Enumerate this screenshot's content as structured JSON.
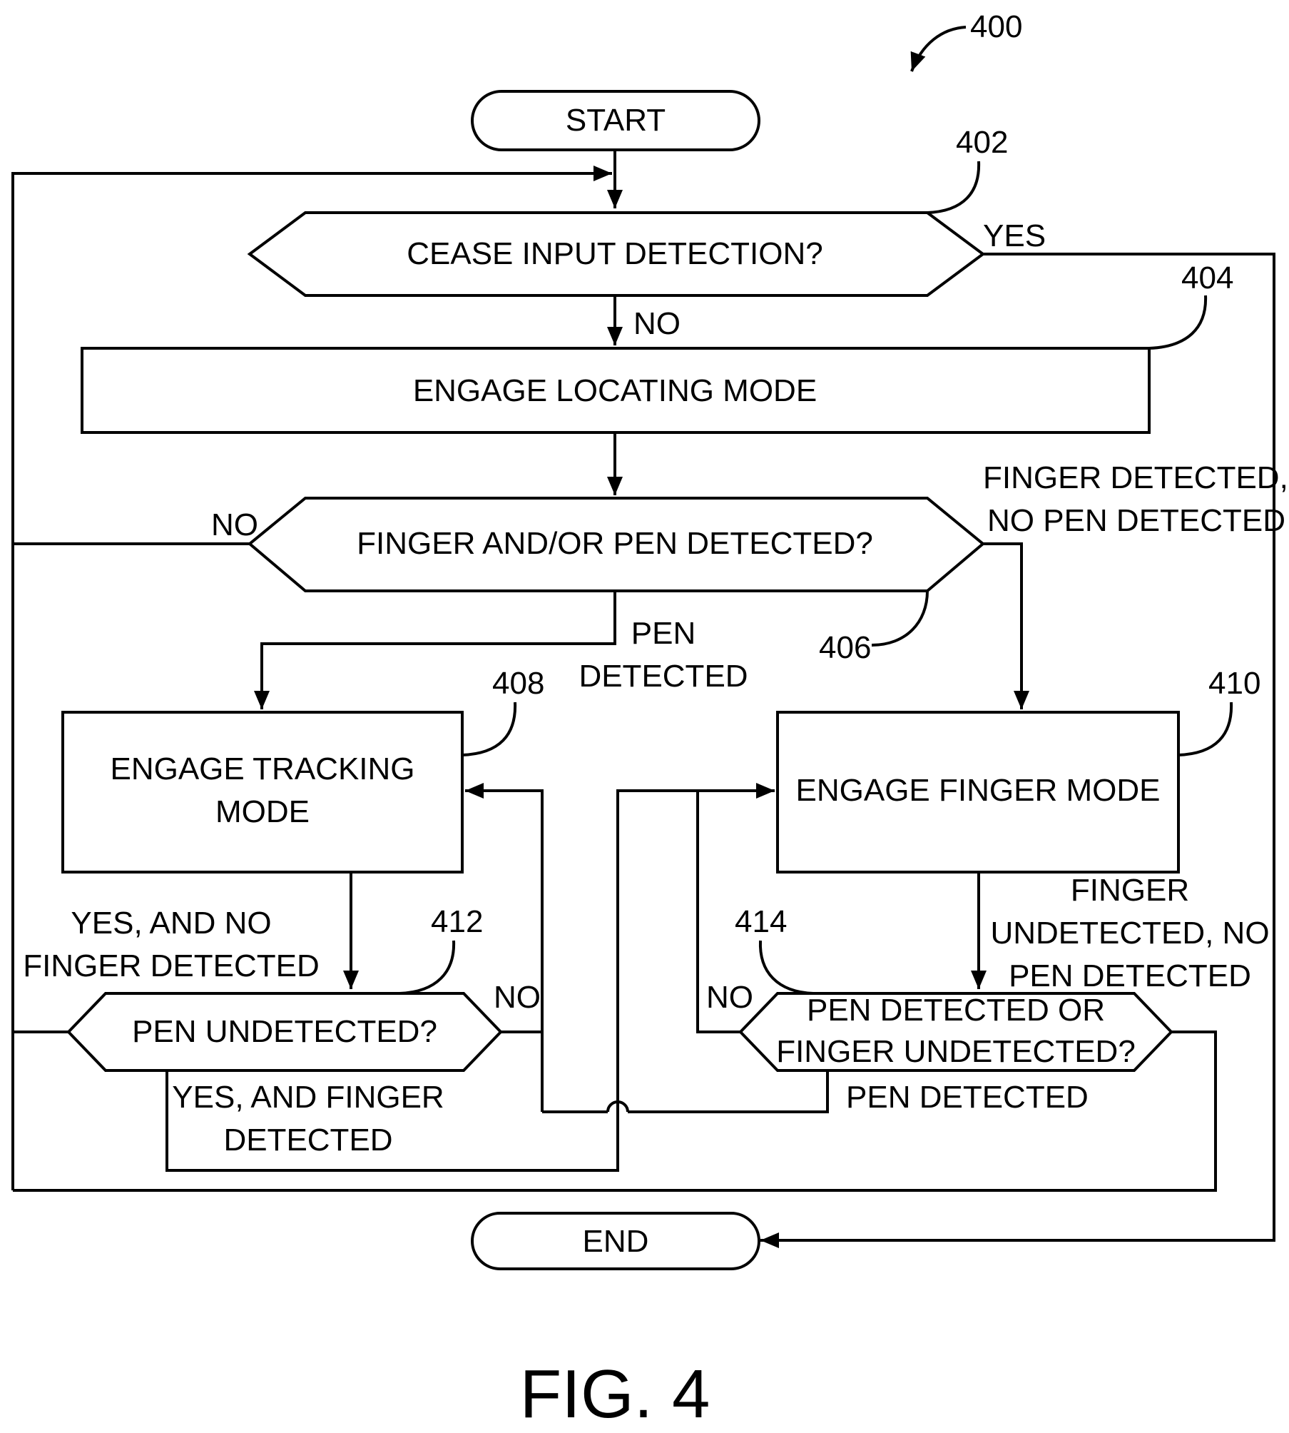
{
  "figure": {
    "label": "FIG. 4",
    "number": "400"
  },
  "nodes": {
    "start": {
      "label": "START"
    },
    "end": {
      "label": "END"
    },
    "n402": {
      "ref": "402",
      "label": "CEASE INPUT DETECTION?"
    },
    "n404": {
      "ref": "404",
      "label": "ENGAGE LOCATING MODE"
    },
    "n406": {
      "ref": "406",
      "label": "FINGER AND/OR PEN DETECTED?"
    },
    "n408": {
      "ref": "408",
      "label_line1": "ENGAGE TRACKING",
      "label_line2": "MODE"
    },
    "n410": {
      "ref": "410",
      "label": "ENGAGE FINGER MODE"
    },
    "n412": {
      "ref": "412",
      "label": "PEN UNDETECTED?"
    },
    "n414": {
      "ref": "414",
      "label_line1": "PEN DETECTED OR",
      "label_line2": "FINGER UNDETECTED?"
    }
  },
  "edge_labels": {
    "yes_402": "YES",
    "no_402": "NO",
    "no_406": "NO",
    "finger_no_pen_l1": "FINGER DETECTED,",
    "finger_no_pen_l2": "NO PEN DETECTED",
    "pen_detected_l1": "PEN",
    "pen_detected_l2": "DETECTED",
    "yes_no_finger_l1": "YES, AND NO",
    "yes_no_finger_l2": "FINGER DETECTED",
    "no_412": "NO",
    "yes_finger_l1": "YES, AND FINGER",
    "yes_finger_l2": "DETECTED",
    "no_414": "NO",
    "finger_undet_l1": "FINGER",
    "finger_undet_l2": "UNDETECTED, NO",
    "finger_undet_l3": "PEN DETECTED",
    "pen_detected_414": "PEN DETECTED"
  }
}
